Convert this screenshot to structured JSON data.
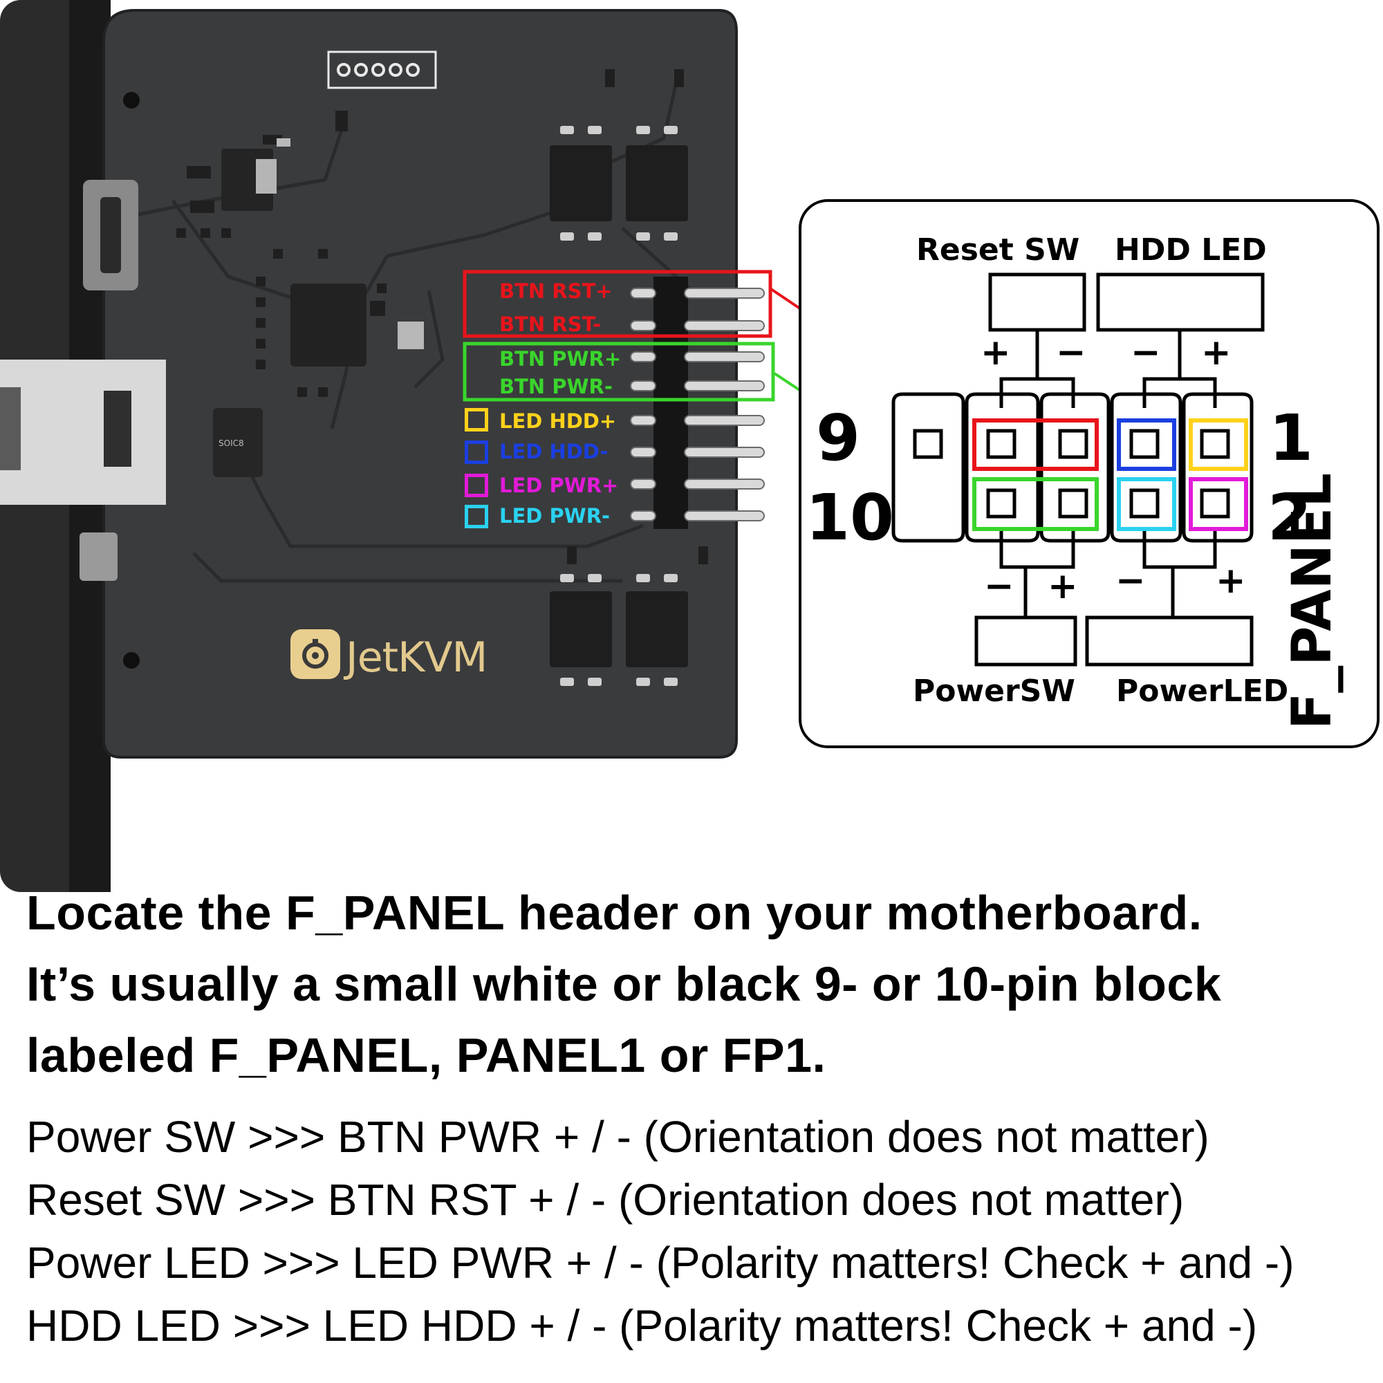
{
  "board": {
    "pin_labels": [
      {
        "text": "BTN RST+",
        "color": "#e8141b"
      },
      {
        "text": "BTN RST-",
        "color": "#e8141b"
      },
      {
        "text": "BTN PWR+",
        "color": "#3ad52c"
      },
      {
        "text": "BTN PWR-",
        "color": "#3ad52c"
      },
      {
        "text": "LED HDD+",
        "color": "#ffd21a"
      },
      {
        "text": "LED HDD-",
        "color": "#1b3fe0"
      },
      {
        "text": "LED PWR+",
        "color": "#e21ad8"
      },
      {
        "text": "LED PWR-",
        "color": "#2ad2f0"
      }
    ],
    "brand": "JetKVM",
    "chip_mark": "SOIC8"
  },
  "diagram": {
    "title_top_left": "Reset SW",
    "title_top_right": "HDD LED",
    "title_bottom_left": "PowerSW",
    "title_bottom_right": "PowerLED",
    "header_name": "F_PANEL",
    "pin_num_9": "9",
    "pin_num_10": "10",
    "pin_num_1": "1",
    "pin_num_2": "2",
    "plus": "+",
    "minus": "−"
  },
  "text": {
    "heading_1": "Locate the F_PANEL header on your motherboard.",
    "heading_2": "It’s usually a small white or black 9- or 10-pin block",
    "heading_3": "labeled F_PANEL, PANEL1 or FP1.",
    "line_1": "Power SW >>> BTN PWR + / - (Orientation does not matter)",
    "line_2": "Reset SW >>> BTN RST + / - (Orientation does not matter)",
    "line_3": "Power LED >>> LED PWR + / - (Polarity matters! Check + and -)",
    "line_4": "HDD LED >>> LED HDD + / - (Polarity matters! Check + and -)"
  }
}
